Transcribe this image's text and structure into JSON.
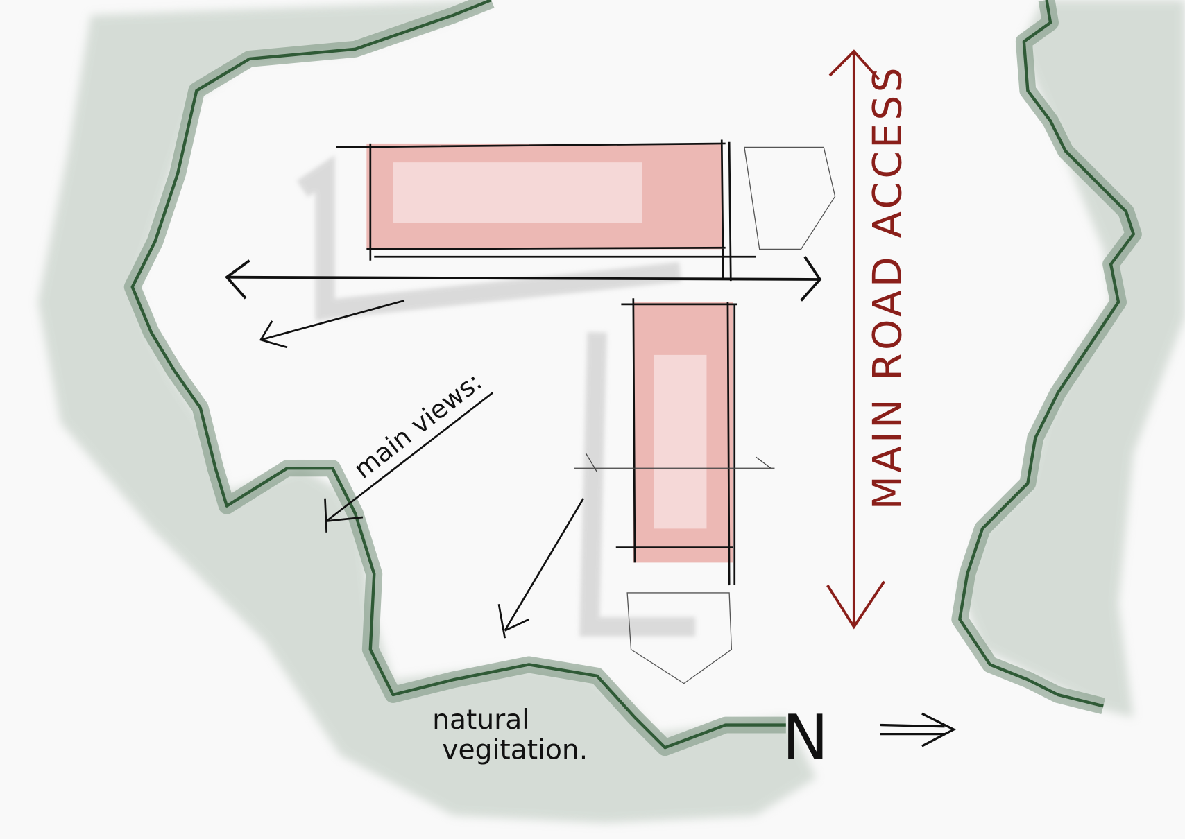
{
  "sketch": {
    "road_label": "MAIN ROAD ACCESS",
    "views_label": "main views:",
    "vegetation_label_line1": "natural",
    "vegetation_label_line2": "vegitation.",
    "north_label": "N"
  },
  "colors": {
    "background": "#f9f9f9",
    "vegetation_dark": "#2f5a36",
    "vegetation_wash": "#9fb3a3",
    "building_fill": "#e8a7a2",
    "building_shade": "#c9c9c9",
    "road": "#8a1f1a",
    "ink": "#111111"
  }
}
